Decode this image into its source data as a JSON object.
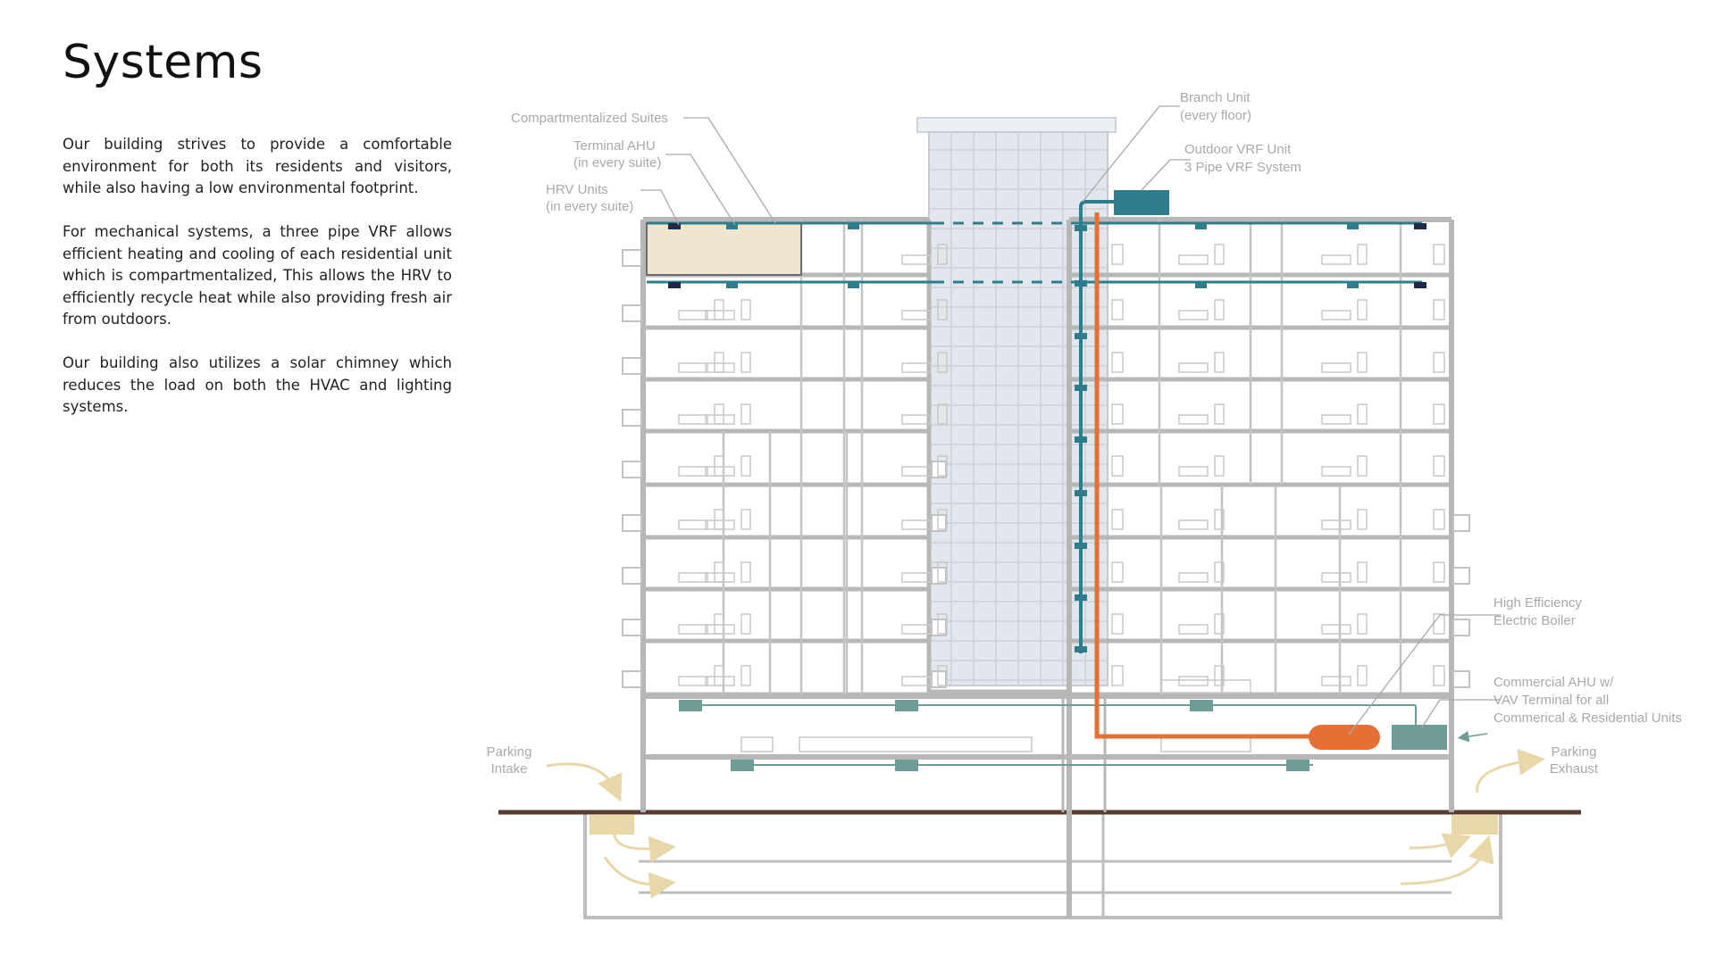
{
  "page": {
    "title": "Systems",
    "paragraphs": [
      "Our building strives to provide a comfortable environment for both its residents and visitors, while also having a low environmental footprint.",
      "For mechanical systems, a three pipe VRF allows efficient heating and cooling of each residential unit which is compartmentalized, This allows the HRV to efficiently recycle heat while also providing fresh air from outdoors.",
      "Our building also utilizes a solar chimney which reduces the load on both the HVAC and lighting systems."
    ]
  },
  "diagram": {
    "labels": {
      "compartmentalized_suites": "Compartmentalized Suites",
      "terminal_ahu_1": "Terminal AHU",
      "terminal_ahu_2": "(in every suite)",
      "hrv_units_1": "HRV Units",
      "hrv_units_2": "(in every suite)",
      "branch_unit_1": "Branch Unit",
      "branch_unit_2": "(every floor)",
      "outdoor_vrf_1": "Outdoor VRF Unit",
      "outdoor_vrf_2": "3 Pipe VRF System",
      "boiler_1": "High Efficiency",
      "boiler_2": "Electric Boiler",
      "commercial_ahu_1": "Commercial AHU w/",
      "commercial_ahu_2": "VAV Terminal for all",
      "commercial_ahu_3": "Commerical & Residential Units",
      "parking_intake_1": "Parking",
      "parking_intake_2": "Intake",
      "parking_exhaust_1": "Parking",
      "parking_exhaust_2": "Exhaust"
    },
    "colors": {
      "structure": "#b7b7b7",
      "vrf_pipe": "#2e7c8c",
      "hot_pipe": "#e56f35",
      "ahu": "#6f9c97",
      "hrv": "#1d2a4a",
      "suite_highlight": "#efe6cf",
      "airflow": "#e8d7a8",
      "ground": "#5a3b2e",
      "chimney_glass": "#e2e7ee"
    }
  }
}
